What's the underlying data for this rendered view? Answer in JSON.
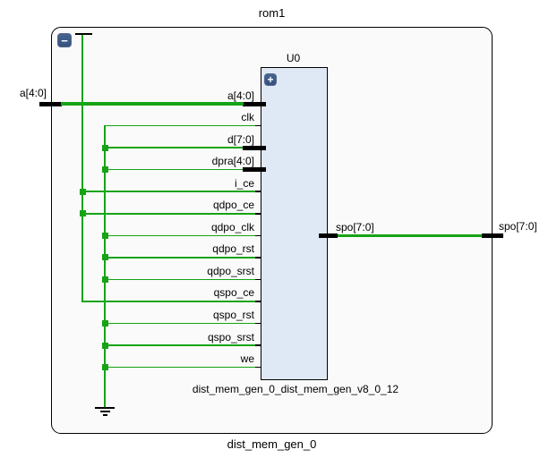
{
  "module": {
    "name": "rom1",
    "instance_label": "dist_mem_gen_0"
  },
  "instance": {
    "name": "U0",
    "cell_type": "dist_mem_gen_0_dist_mem_gen_v8_0_12"
  },
  "external_ports": [
    {
      "name": "a[4:0]",
      "direction": "input",
      "bus": true
    },
    {
      "name": "spo[7:0]",
      "direction": "output",
      "bus": true
    }
  ],
  "output_pin": {
    "name": "spo[7:0]",
    "bus": true
  },
  "instance_pins": [
    {
      "name": "a[4:0]",
      "bus": true,
      "net": "input-a",
      "corner": false
    },
    {
      "name": "clk",
      "bus": false,
      "net": "gnd-b",
      "corner": true
    },
    {
      "name": "d[7:0]",
      "bus": true,
      "net": "gnd-b",
      "corner": false
    },
    {
      "name": "dpra[4:0]",
      "bus": true,
      "net": "gnd-b",
      "corner": false
    },
    {
      "name": "i_ce",
      "bus": false,
      "net": "gnd-a",
      "corner": false
    },
    {
      "name": "qdpo_ce",
      "bus": false,
      "net": "gnd-a",
      "corner": false
    },
    {
      "name": "qdpo_clk",
      "bus": false,
      "net": "gnd-b",
      "corner": false
    },
    {
      "name": "qdpo_rst",
      "bus": false,
      "net": "gnd-b",
      "corner": false
    },
    {
      "name": "qdpo_srst",
      "bus": false,
      "net": "gnd-b",
      "corner": false
    },
    {
      "name": "qspo_ce",
      "bus": false,
      "net": "gnd-a",
      "corner": true
    },
    {
      "name": "qspo_rst",
      "bus": false,
      "net": "gnd-b",
      "corner": false
    },
    {
      "name": "qspo_srst",
      "bus": false,
      "net": "gnd-b",
      "corner": false
    },
    {
      "name": "we",
      "bus": false,
      "net": "gnd-b",
      "corner": false
    }
  ],
  "icons": {
    "collapse_glyph": "−",
    "expand_glyph": "+"
  },
  "colors": {
    "wire_green": "#16a316",
    "stub_black": "#000000",
    "instance_fill": "#dfe9f6",
    "module_fill": "#fafafa",
    "button_blue": "#3c5a8e",
    "text": "#000000"
  }
}
